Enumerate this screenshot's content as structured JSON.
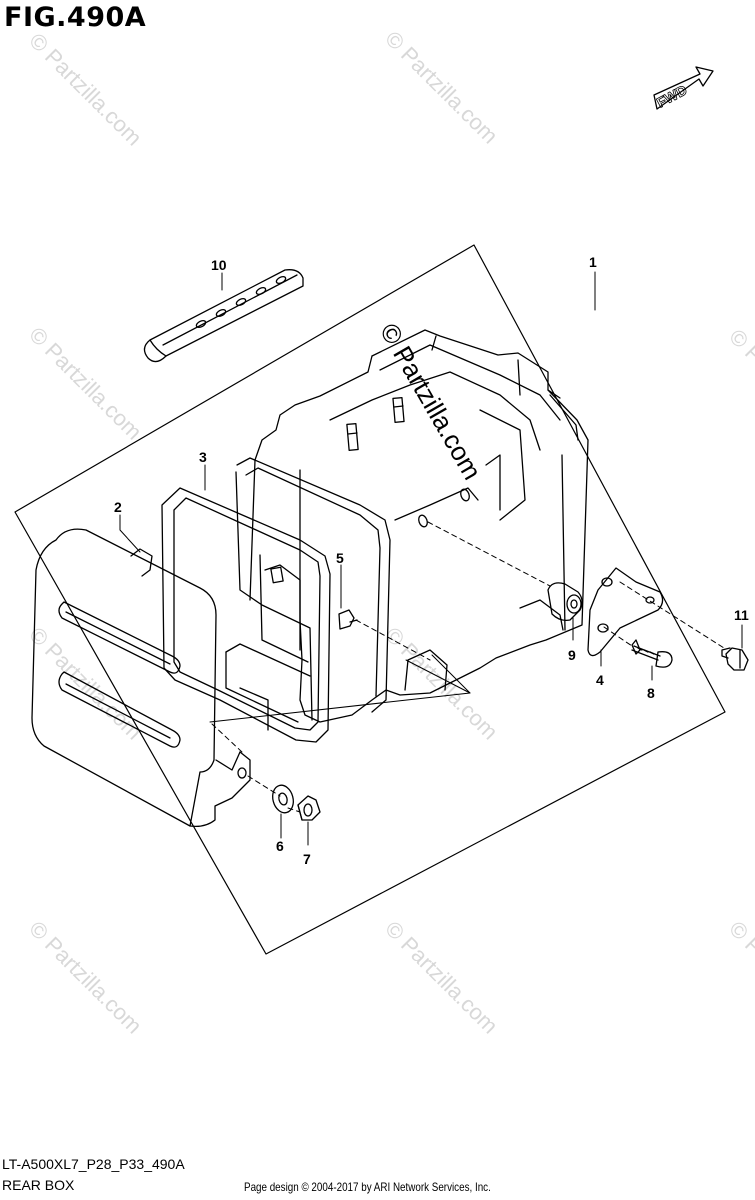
{
  "figure": {
    "title": "FIG.490A",
    "fwd_label": "FWD"
  },
  "callouts": [
    "1",
    "2",
    "3",
    "4",
    "5",
    "6",
    "7",
    "8",
    "9",
    "10",
    "11"
  ],
  "watermark": {
    "text": "© Partzilla.com"
  },
  "footer": {
    "model_code": "LT-A500XL7_P28_P33_490A",
    "section_name": "REAR BOX",
    "credit": "Page design © 2004-2017 by ARI Network Services, Inc."
  },
  "colors": {
    "line": "#000000",
    "watermark": "#d8d8d8",
    "background": "#ffffff"
  }
}
